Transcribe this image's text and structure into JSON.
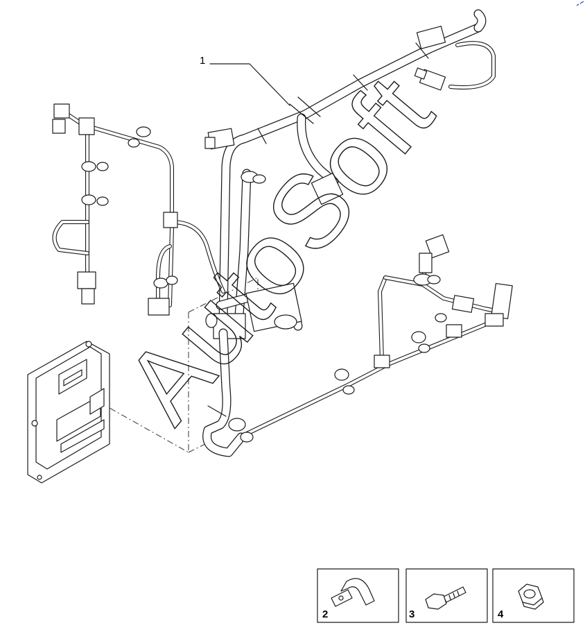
{
  "callouts": [
    {
      "id": "harness",
      "number": "1"
    }
  ],
  "parts_boxes": [
    {
      "id": "clamp",
      "number": "2",
      "icon": "p-clip-icon"
    },
    {
      "id": "screw",
      "number": "3",
      "icon": "hex-bolt-icon"
    },
    {
      "id": "nut",
      "number": "4",
      "icon": "hex-nut-icon"
    }
  ],
  "watermark": "AutoSoft"
}
